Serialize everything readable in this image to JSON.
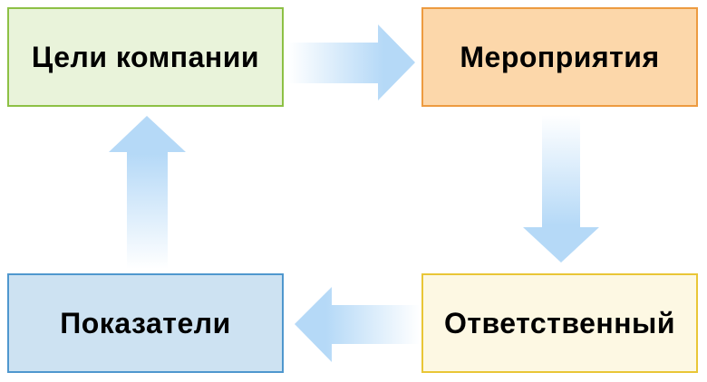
{
  "diagram": {
    "type": "cycle-flowchart",
    "nodes": [
      {
        "id": "company-goals",
        "label": "Цели компании",
        "fill": "#e9f3da",
        "border": "#8dc045"
      },
      {
        "id": "activities",
        "label": "Мероприятия",
        "fill": "#fcd7aa",
        "border": "#ed9b40"
      },
      {
        "id": "responsible",
        "label": "Ответственный",
        "fill": "#fdf8e3",
        "border": "#e9c636"
      },
      {
        "id": "indicators",
        "label": "Показатели",
        "fill": "#cde2f2",
        "border": "#4f97ce"
      }
    ],
    "edges": [
      {
        "from": "company-goals",
        "to": "activities",
        "direction": "right"
      },
      {
        "from": "activities",
        "to": "responsible",
        "direction": "down"
      },
      {
        "from": "responsible",
        "to": "indicators",
        "direction": "left"
      },
      {
        "from": "indicators",
        "to": "company-goals",
        "direction": "up"
      }
    ],
    "arrow_gradient": {
      "from": "#ffffff",
      "to": "#b5d9f7"
    }
  }
}
